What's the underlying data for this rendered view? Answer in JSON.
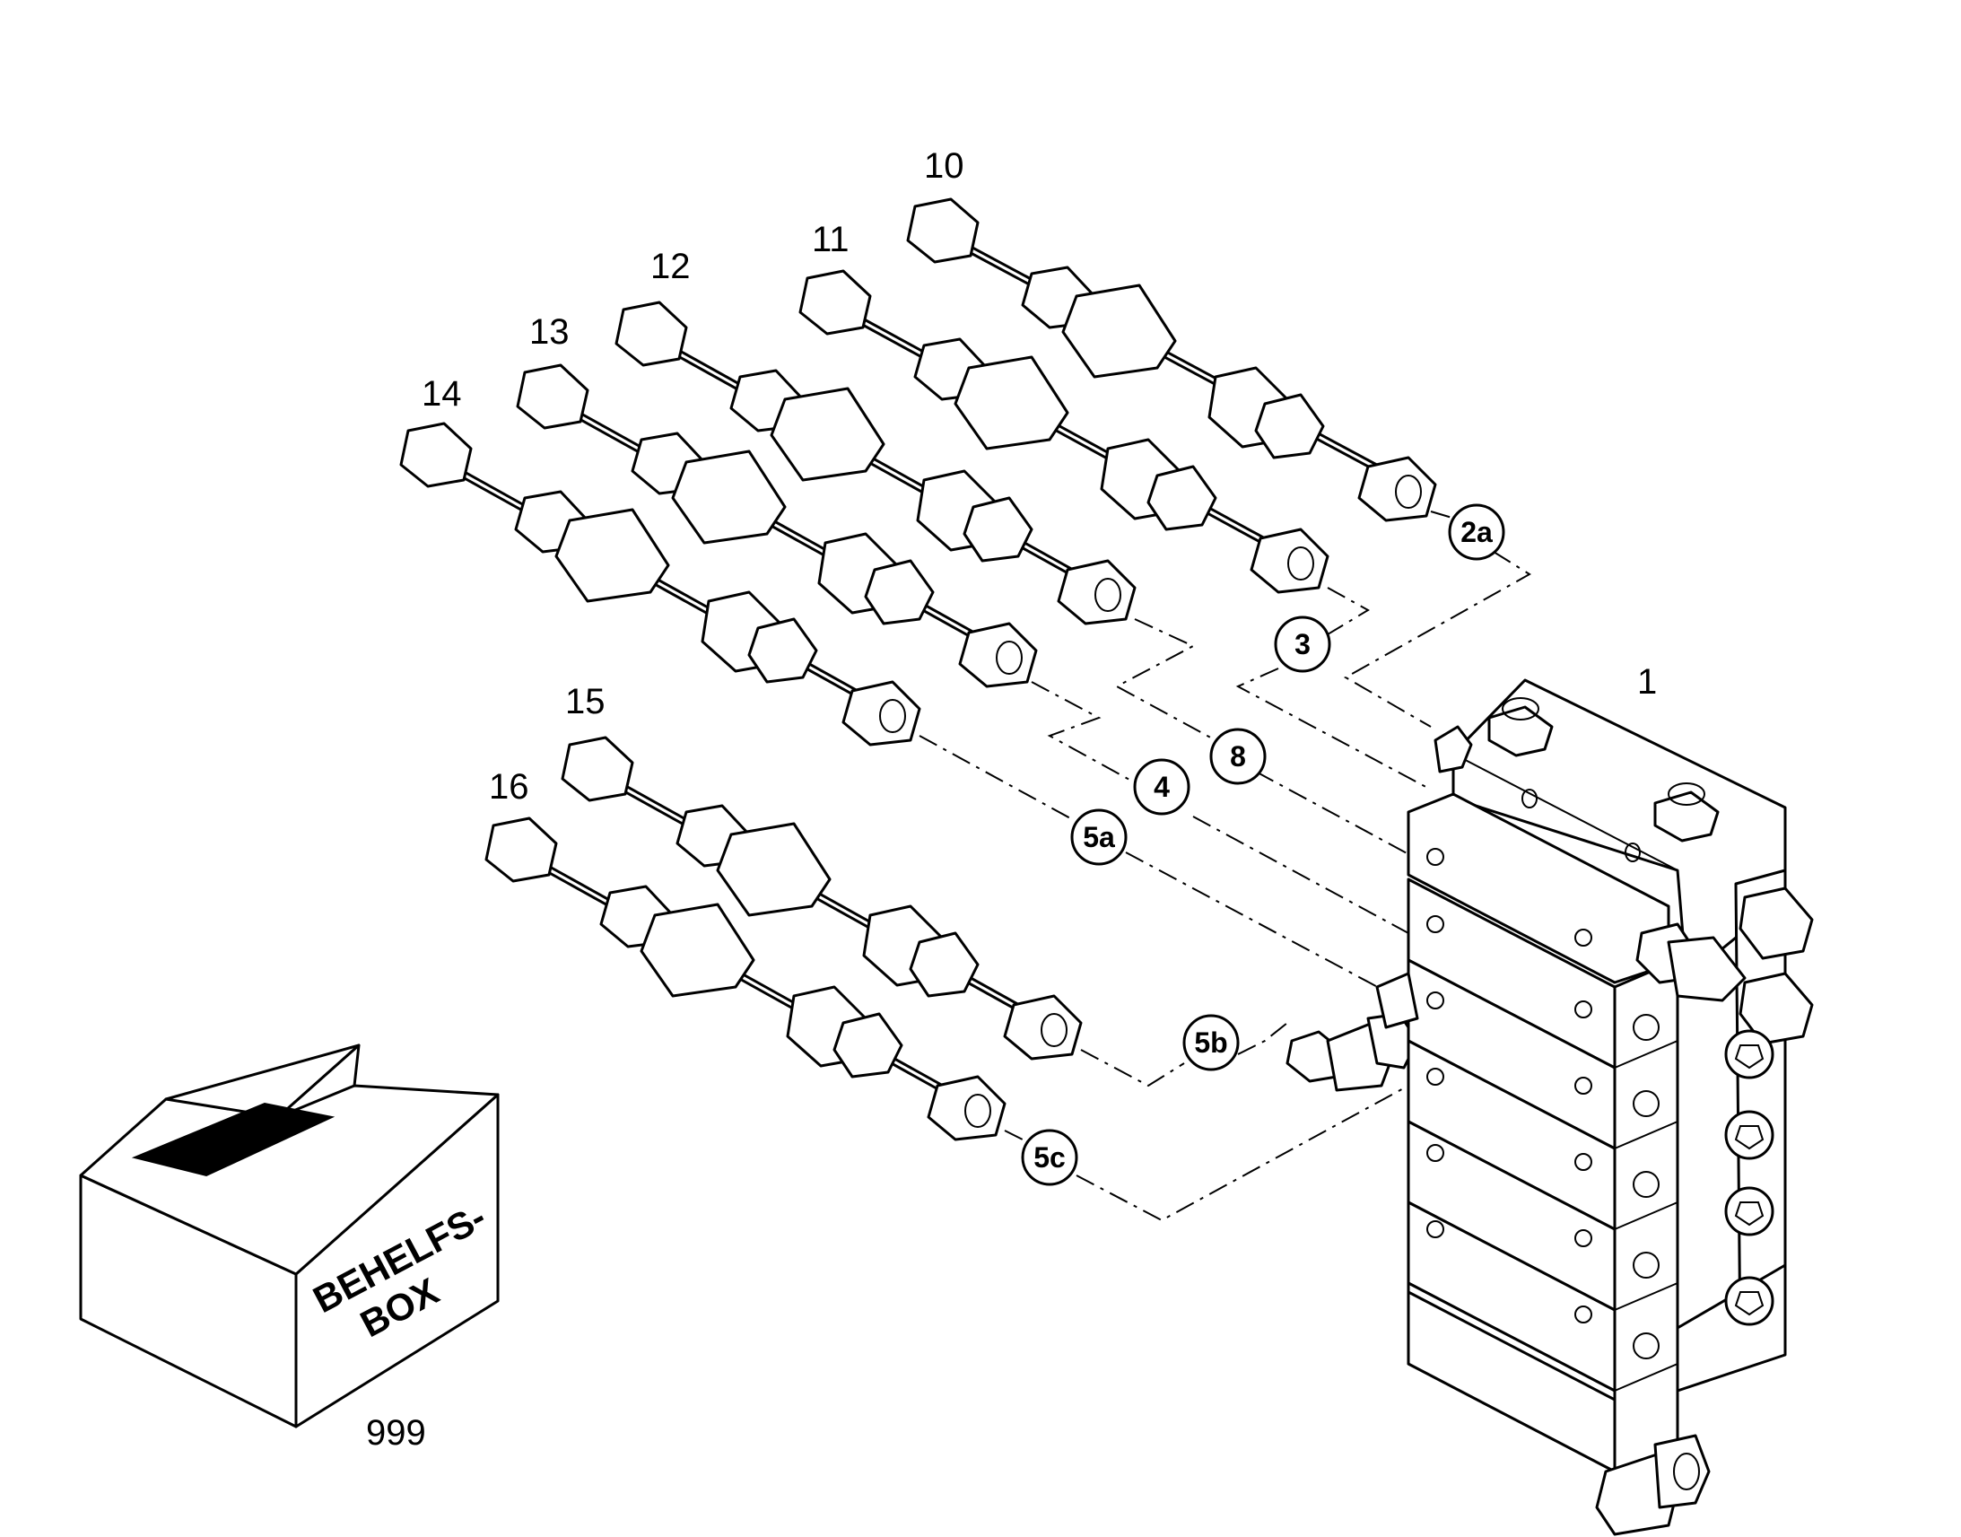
{
  "parts": {
    "p1": "1",
    "p10": "10",
    "p11": "11",
    "p12": "12",
    "p13": "13",
    "p14": "14",
    "p15": "15",
    "p16": "16",
    "p999": "999"
  },
  "callouts": {
    "c2a": "2a",
    "c3": "3",
    "c4": "4",
    "c8": "8",
    "c5a": "5a",
    "c5b": "5b",
    "c5c": "5c"
  },
  "box": {
    "line1": "BEHELFS-",
    "line2": "BOX"
  }
}
